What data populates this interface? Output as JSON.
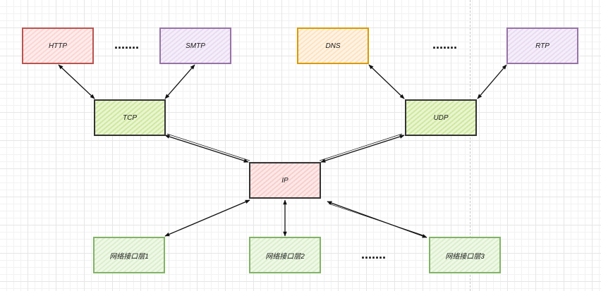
{
  "nodes": {
    "http": "HTTP",
    "smtp": "SMTP",
    "dns": "DNS",
    "rtp": "RTP",
    "tcp": "TCP",
    "udp": "UDP",
    "ip": "IP",
    "net1": "网络接口层1",
    "net2": "网络接口层2",
    "net3": "网络接口层3"
  },
  "ellipses": {
    "app_left": ".......",
    "app_right": ".......",
    "net": "......."
  },
  "colors": {
    "red_stroke": "#b85450",
    "purple_stroke": "#9673a6",
    "orange_stroke": "#d79b00",
    "green_stroke": "#82b366",
    "dark_stroke": "#333333",
    "arrow": "#111111"
  }
}
